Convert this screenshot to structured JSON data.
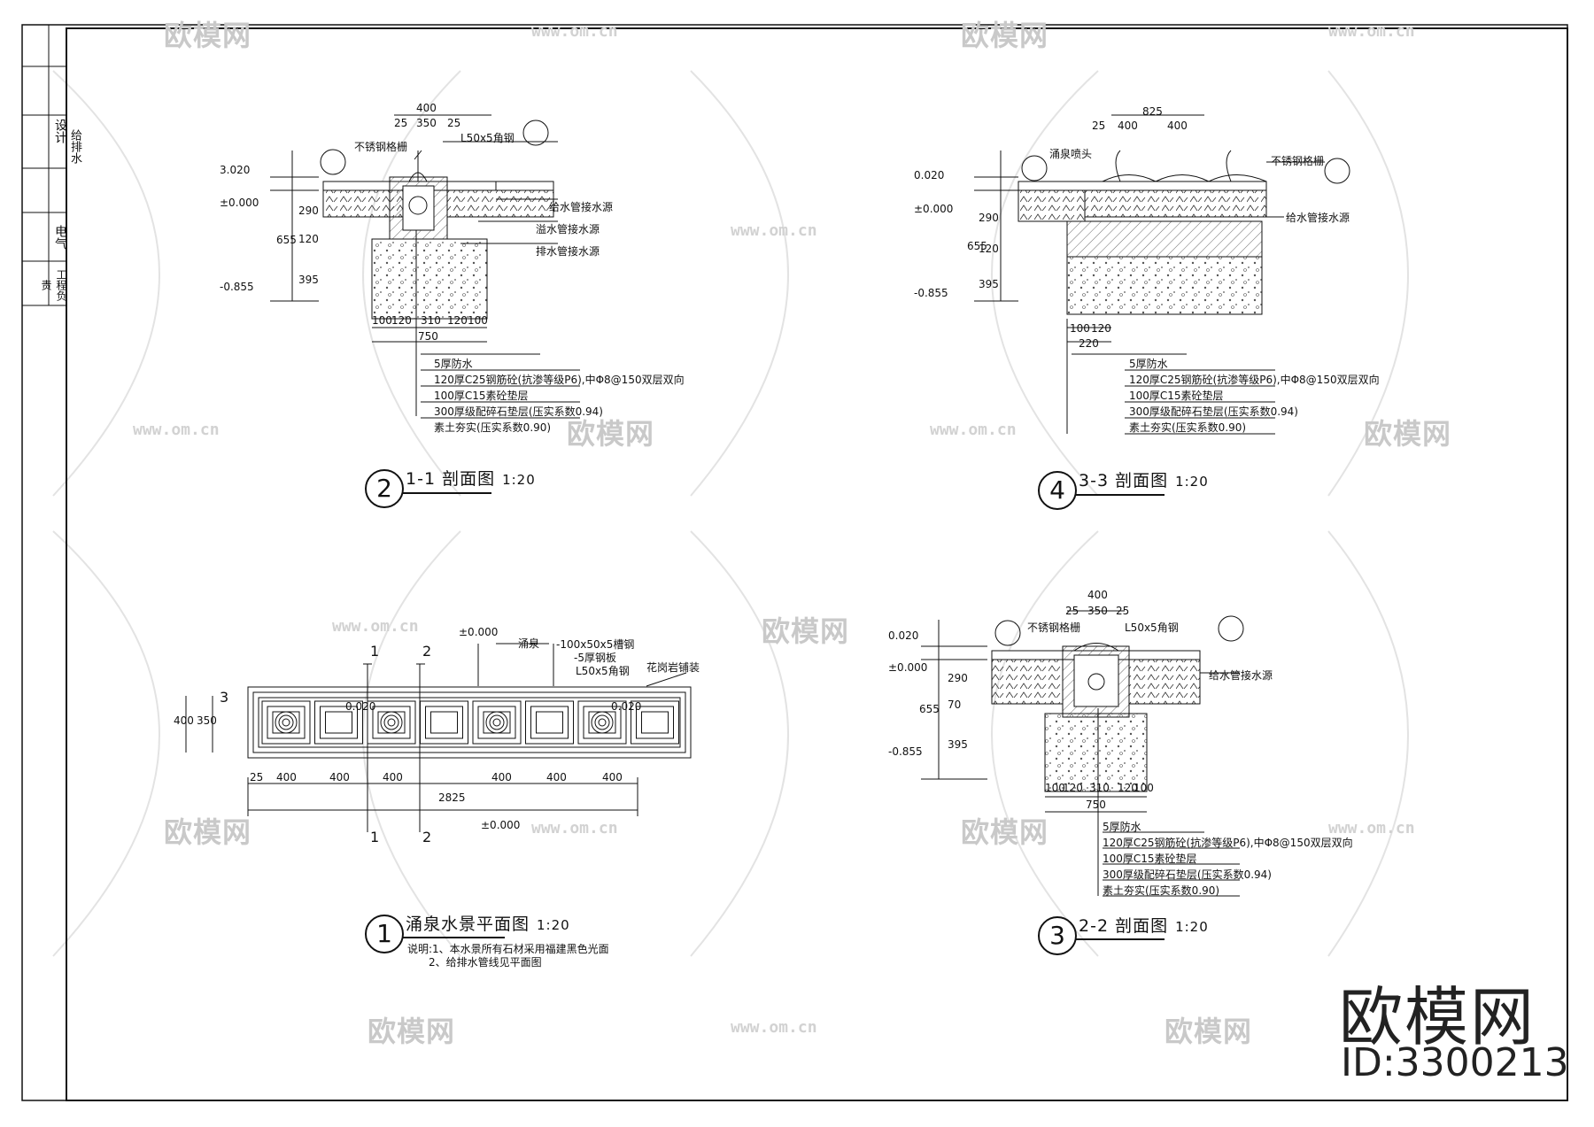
{
  "title_block": {
    "cell_1": "设计",
    "cell_2": "给排水",
    "cell_3": "电气",
    "cell_4": "工程负责"
  },
  "views": [
    {
      "number": "2",
      "title": "1-1 剖面图",
      "scale": "1:20"
    },
    {
      "number": "4",
      "title": "3-3 剖面图",
      "scale": "1:20"
    },
    {
      "number": "1",
      "title": "涌泉水景平面图",
      "scale": "1:20"
    },
    {
      "number": "3",
      "title": "2-2 剖面图",
      "scale": "1:20"
    }
  ],
  "plan_notes": {
    "line1": "说明:1、本水景所有石材采用福建黑色光面",
    "line2": "2、给排水管线见平面图"
  },
  "dimensions": {
    "s11_top": [
      "400",
      "25",
      "350",
      "25"
    ],
    "s11_left": [
      "3.020",
      "±0.000",
      "-0.855",
      "655",
      "290",
      "120",
      "395"
    ],
    "s11_bottom": [
      "100",
      "120",
      "310",
      "120",
      "100",
      "750"
    ],
    "s33_top": [
      "825",
      "25",
      "400",
      "400"
    ],
    "s33_left": [
      "0.020",
      "±0.000",
      "-0.855",
      "655",
      "290",
      "120",
      "395"
    ],
    "s33_bottom": [
      "100",
      "120",
      "220"
    ],
    "plan_bottom": [
      "25",
      "400",
      "400",
      "400",
      "400",
      "400",
      "400",
      "2825"
    ],
    "plan_side": [
      "400",
      "350"
    ],
    "plan_levels": [
      "±0.000",
      "±0.000",
      "0.020",
      "0.020"
    ],
    "s22_top": [
      "400",
      "25",
      "350",
      "25"
    ],
    "s22_left": [
      "0.020",
      "±0.000",
      "-0.855",
      "655",
      "290",
      "70",
      "395"
    ],
    "s22_bottom": [
      "100",
      "120",
      "310",
      "120",
      "100",
      "750"
    ]
  },
  "layers_11": [
    "5厚防水",
    "120厚C25钢筋砼(抗渗等级P6),中Φ8@150双层双向",
    "100厚C15素砼垫层",
    "300厚级配碎石垫层(压实系数0.94)",
    "素土夯实(压实系数0.90)"
  ],
  "layers_33": [
    "5厚防水",
    "120厚C25钢筋砼(抗渗等级P6),中Φ8@150双层双向",
    "100厚C15素砼垫层",
    "300厚级配碎石垫层(压实系数0.94)",
    "素土夯实(压实系数0.90)"
  ],
  "layers_22": [
    "5厚防水",
    "120厚C25钢筋砼(抗渗等级P6),中Φ8@150双层双向",
    "100厚C15素砼垫层",
    "300厚级配碎石垫层(压实系数0.94)",
    "素土夯实(压实系数0.90)"
  ],
  "labels_11": [
    "L50x5角钢",
    "不锈钢格栅",
    "给水管接水源",
    "溢水管接水源",
    "排水管接水源"
  ],
  "labels_33": [
    "涌泉喷头",
    "不锈钢格栅",
    "给水管接水源"
  ],
  "labels_plan": [
    "涌泉",
    "-100x50x5槽钢",
    "-5厚钢板",
    "L50x5角钢",
    "花岗岩铺装"
  ],
  "labels_22": [
    "L50x5角钢",
    "不锈钢格栅",
    "给水管接水源"
  ],
  "section_marks": [
    "1",
    "2",
    "1",
    "2",
    "3"
  ],
  "watermark": {
    "text": "欧模网",
    "url": "www.om.cn"
  },
  "brand": {
    "name": "欧模网",
    "id": "ID:3300213"
  }
}
